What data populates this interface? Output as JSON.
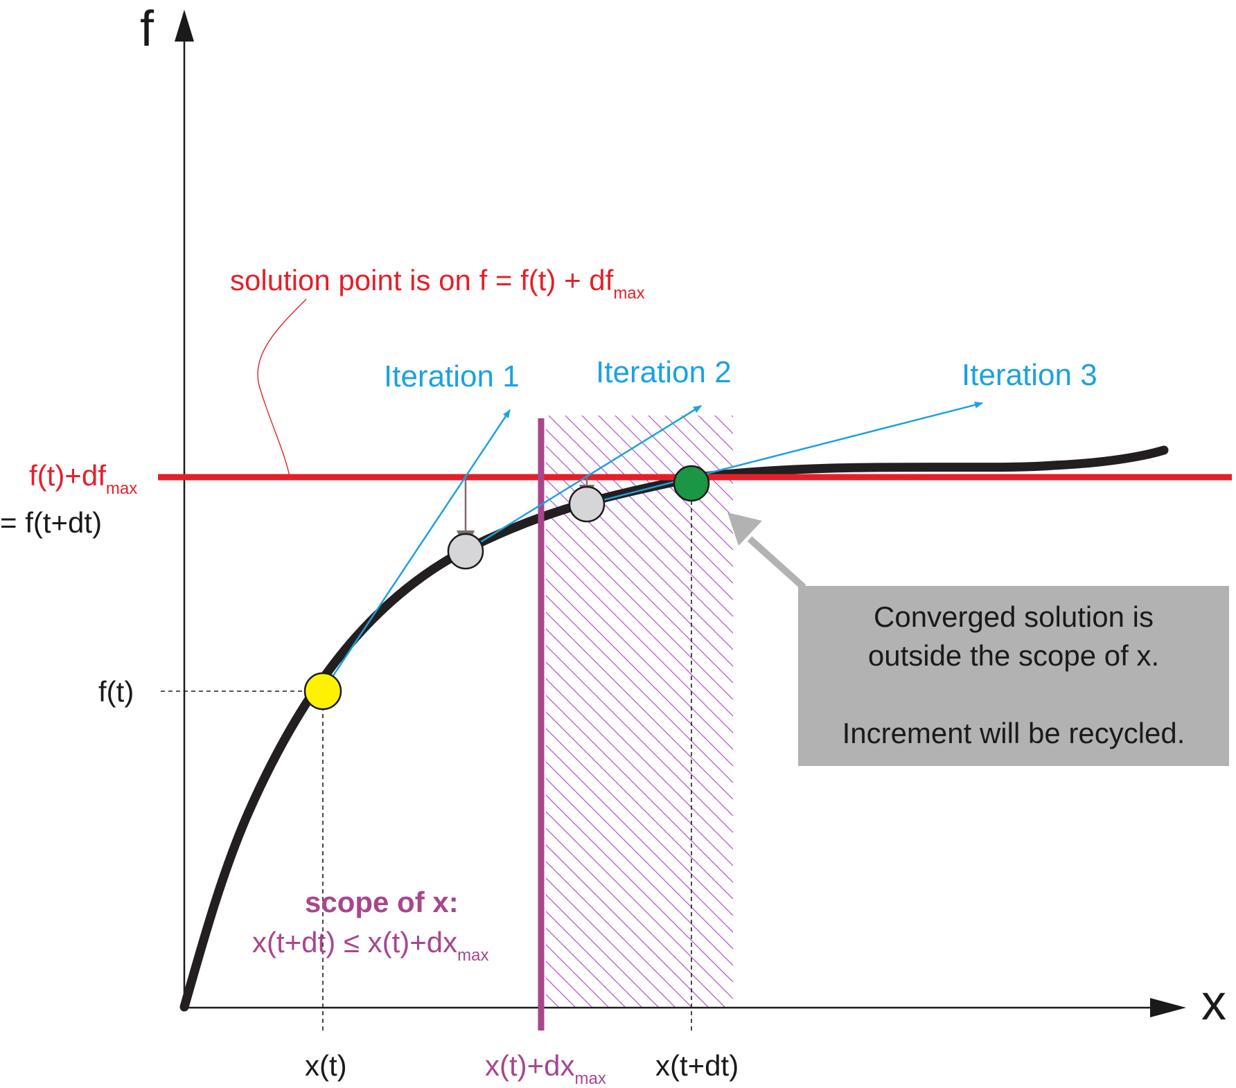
{
  "axes": {
    "y_label": "f",
    "x_label": "x"
  },
  "colors": {
    "curve": "#231f20",
    "limit_line": "#e3202a",
    "scope_line": "#a8468c",
    "hatch": "#b04fd0",
    "iteration_arrow": "#1ba1e2",
    "correction_arrow": "#7a6e6b",
    "start_point": "#fff200",
    "trial_point": "#d6d6d8",
    "converged_point": "#1a9645",
    "callout": "#b2b2b2",
    "callout_arrow": "#b2b2b2"
  },
  "labels": {
    "ft": "f(t)",
    "ft_dfmax_main": "f(t)+df",
    "ft_dfmax_sub": "max",
    "ft_dt": "= f(t+dt)",
    "xt": "x(t)",
    "xt_dxmax_main": "x(t)+dx",
    "xt_dxmax_sub": "max",
    "xt_dt": "x(t+dt)"
  },
  "annotations": {
    "solution_main": "solution point is on f = f(t) + df",
    "solution_sub": "max",
    "iteration_1": "Iteration 1",
    "iteration_2": "Iteration 2",
    "iteration_3": "Iteration 3",
    "scope_title": "scope of x:",
    "scope_expr_main": "x(t+dt) ≤ x(t)+dx",
    "scope_expr_sub": "max"
  },
  "callout": {
    "line1": "Converged solution is",
    "line2": "outside the scope of x.",
    "line3": "Increment will be recycled."
  }
}
